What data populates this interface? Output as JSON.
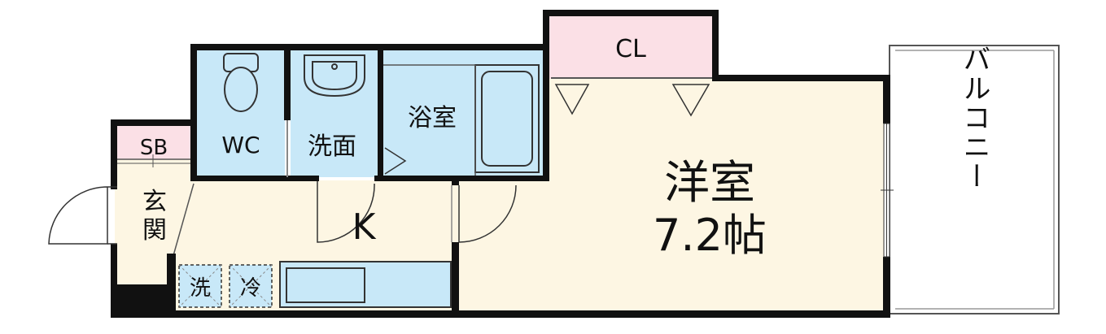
{
  "rooms": {
    "cl": "CL",
    "sb": "SB",
    "wc": "WC",
    "washroom": "洗面",
    "bath": "浴室",
    "entrance_1": "玄",
    "entrance_2": "関",
    "kitchen": "K",
    "western_room": "洋室",
    "western_room_size": "7.2帖",
    "balcony": "バルコニー",
    "washer": "洗",
    "fridge": "冷"
  },
  "colors": {
    "wall": "#111111",
    "floor": "#fdf6e3",
    "wet_area": "#c8e8f8",
    "storage": "#fbe0e6",
    "fixture_line": "#555555"
  }
}
